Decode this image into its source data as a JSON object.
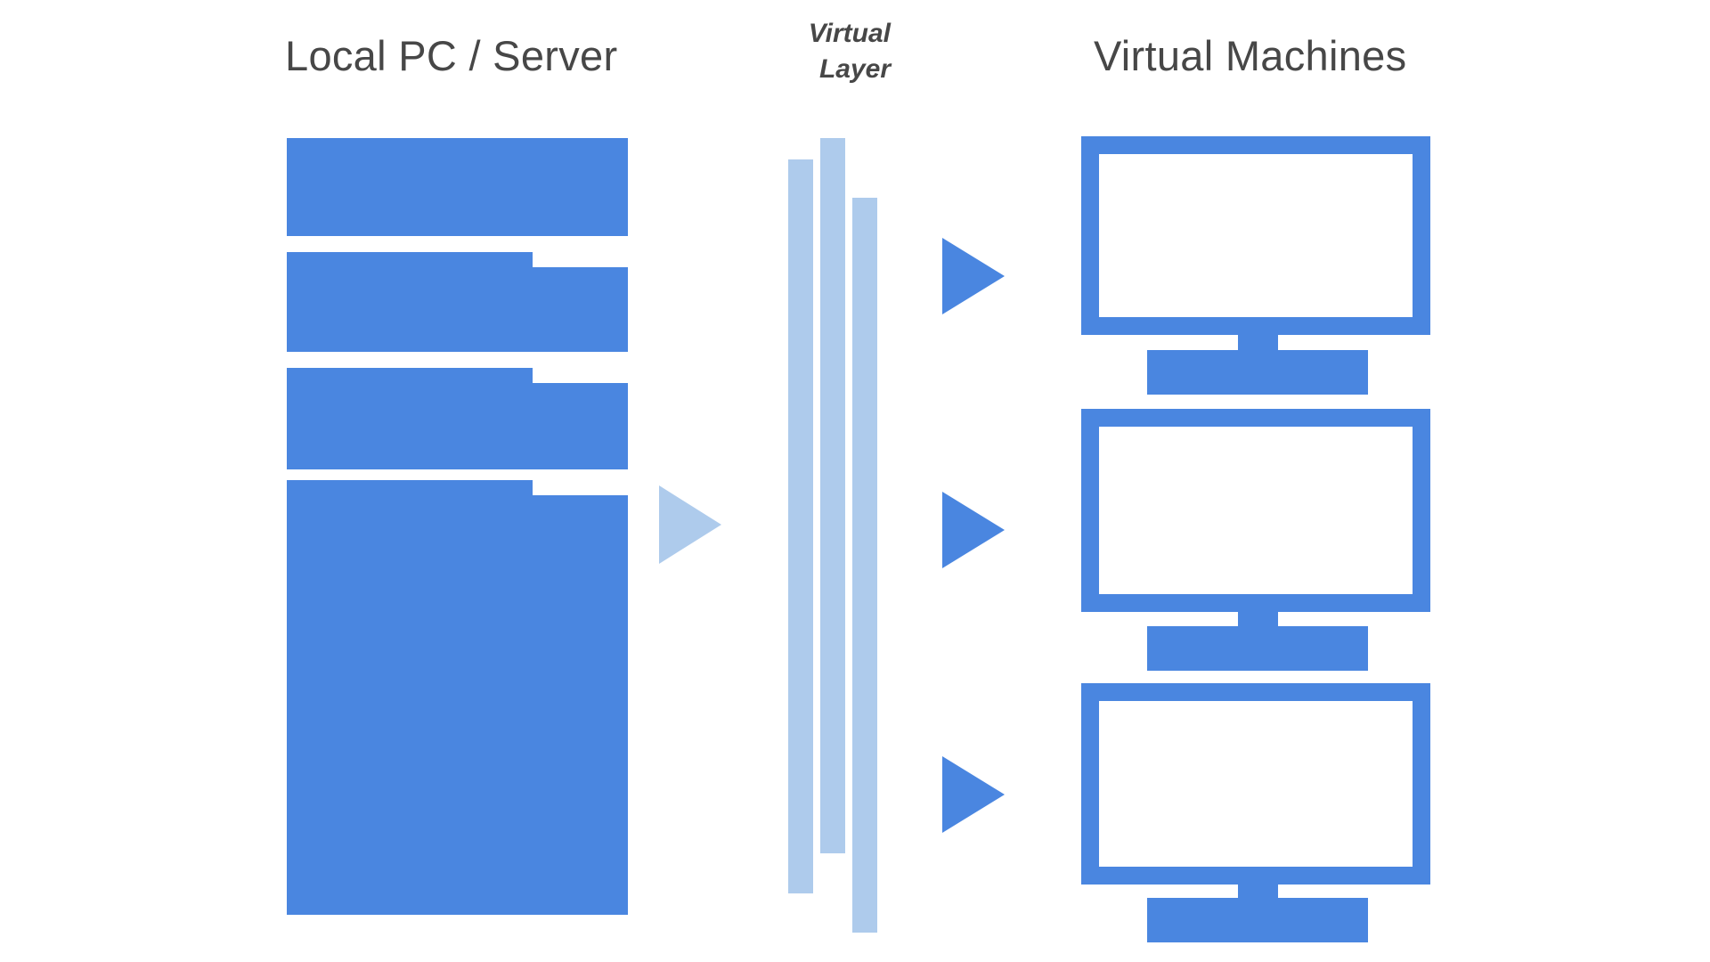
{
  "diagram": {
    "background_color": "#ffffff",
    "primary_color": "#4a86e0",
    "secondary_color": "#aecbec",
    "text_color": "#474747"
  },
  "columns": {
    "left": {
      "title": "Local PC / Server",
      "blocks": [
        {
          "name": "server-block-1",
          "notched": false
        },
        {
          "name": "server-block-2",
          "notched": true
        },
        {
          "name": "server-block-3",
          "notched": true
        },
        {
          "name": "server-block-4",
          "notched": true
        }
      ]
    },
    "middle": {
      "title_line_1": "Virtual",
      "title_line_2": "Layer",
      "bars": [
        {
          "name": "virtual-layer-bar-1"
        },
        {
          "name": "virtual-layer-bar-2"
        },
        {
          "name": "virtual-layer-bar-3"
        }
      ]
    },
    "right": {
      "title": "Virtual Machines",
      "machines": [
        {
          "name": "virtual-machine-1"
        },
        {
          "name": "virtual-machine-2"
        },
        {
          "name": "virtual-machine-3"
        }
      ]
    }
  },
  "arrows": {
    "transition": {
      "name": "transition-arrow",
      "direction": "right",
      "color": "#aecbec"
    },
    "to_vms": [
      {
        "name": "vm-arrow-1",
        "direction": "right",
        "color": "#4a86e0"
      },
      {
        "name": "vm-arrow-2",
        "direction": "right",
        "color": "#4a86e0"
      },
      {
        "name": "vm-arrow-3",
        "direction": "right",
        "color": "#4a86e0"
      }
    ]
  }
}
